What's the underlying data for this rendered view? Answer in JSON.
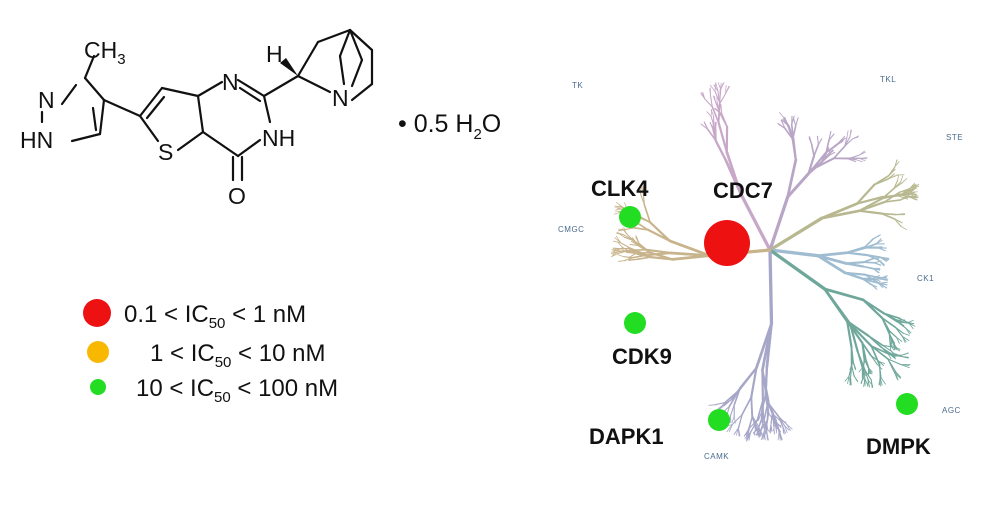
{
  "molecule": {
    "atoms": {
      "methyl": "CH",
      "methyl_sub": "3",
      "pyrazole_n": "N",
      "pyrazole_hn": "HN",
      "thiophene_s": "S",
      "pyrimidine_n": "N",
      "pyrimidine_nh": "NH",
      "carbonyl_o": "O",
      "chiral_h": "H",
      "quinuclidine_n": "N"
    },
    "hydrate": {
      "prefix": "• 0.5 H",
      "sub": "2",
      "suffix": "O"
    }
  },
  "legend": {
    "items": [
      {
        "pre": "0.1 < IC",
        "sub": "50",
        "post": " < 1 nM",
        "color": "#ee1111"
      },
      {
        "pre": "1 < IC",
        "sub": "50",
        "post": " < 10 nM",
        "color": "#f8b800"
      },
      {
        "pre": "10 < IC",
        "sub": "50",
        "post": " < 100 nM",
        "color": "#22dd22"
      }
    ]
  },
  "kinome": {
    "groups": [
      {
        "name": "TK",
        "color": "#c8a8c8"
      },
      {
        "name": "TKL",
        "color": "#b9a6c6"
      },
      {
        "name": "STE",
        "color": "#b8b890"
      },
      {
        "name": "CK1",
        "color": "#9fbcd0"
      },
      {
        "name": "AGC",
        "color": "#6fa79a"
      },
      {
        "name": "CAMK",
        "color": "#a6a6c8"
      },
      {
        "name": "CMGC",
        "color": "#c8b48c"
      }
    ],
    "hits": [
      {
        "name": "CLK4",
        "tier": "10-100"
      },
      {
        "name": "CDC7",
        "tier": "0.1-1"
      },
      {
        "name": "CDK9",
        "tier": "10-100"
      },
      {
        "name": "DAPK1",
        "tier": "10-100"
      },
      {
        "name": "DMPK",
        "tier": "10-100"
      }
    ]
  }
}
